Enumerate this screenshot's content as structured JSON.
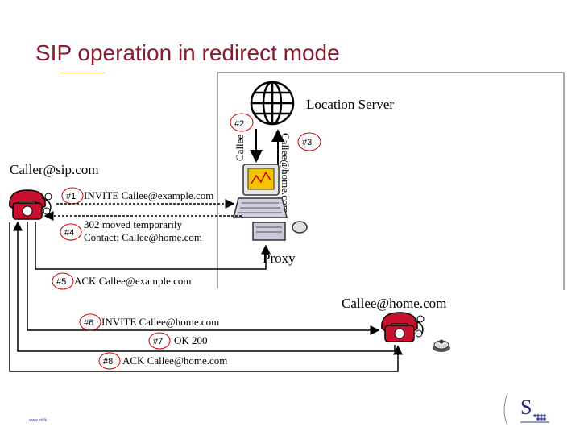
{
  "slide": {
    "title": "SIP operation in redirect mode",
    "footer_url": "www.sti.lk"
  },
  "diagram": {
    "location_server": "Location Server",
    "proxy": "Proxy",
    "caller": "Caller@sip.com",
    "callee": "Callee@home.com",
    "vertical_down": "Callee",
    "vertical_up": "Callee@home.com",
    "steps": {
      "s2": "#2",
      "s3": "#3",
      "s1": "#1",
      "s4": "#4",
      "s5": "#5",
      "s6": "#6",
      "s7": "#7",
      "s8": "#8"
    },
    "messages": {
      "m1": "INVITE Callee@example.com",
      "m4a": "302 moved temporarily",
      "m4b": "Contact: Callee@home.com",
      "m5": "ACK Callee@example.com",
      "m6": "INVITE Callee@home.com",
      "m7": "OK 200",
      "m8": "ACK Callee@home.com"
    }
  },
  "colors": {
    "title": "#8b1a2b",
    "phone": "#c8102e",
    "badge": "#cc0000",
    "logo_dots": "#3a3a9a"
  }
}
